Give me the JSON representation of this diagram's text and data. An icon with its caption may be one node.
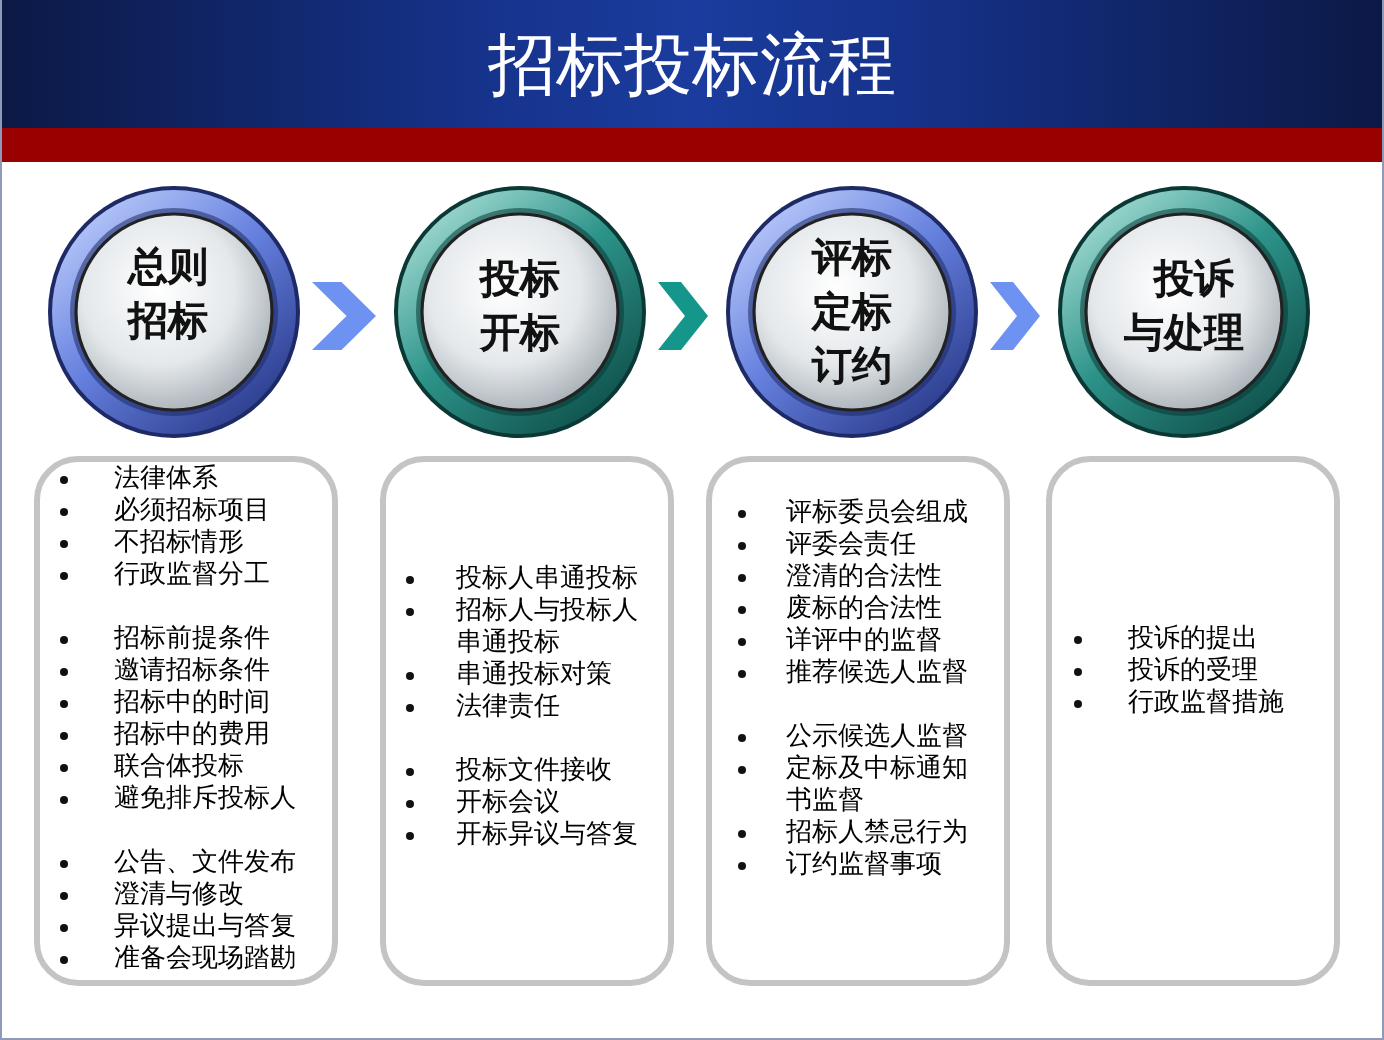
{
  "diagram": {
    "title": "招标投标流程",
    "nodes": [
      {
        "text": [
          "总则招标"
        ]
      },
      {
        "text": [
          "投标开标"
        ]
      },
      {
        "text": [
          "评标定标订约"
        ]
      },
      {
        "text": [
          "投诉与处理"
        ]
      },
      {
        "text": [
          "法律体系",
          "必须招标项目",
          "不招标情形",
          "行政监督分工",
          "招标前提条件",
          "邀请招标条件",
          "招标中的时间",
          "招标中的费用",
          "联合体投标",
          "避免排斥投标人",
          "公告、文件发布",
          "澄清与修改",
          "异议提出与答复",
          "准备会现场踏勘"
        ]
      },
      {
        "text": [
          "投标人串通投标",
          "招标人与投标人串通投标",
          "串通投标对策",
          "法律责任",
          "投标文件接收",
          "开标会议",
          "开标异议与答复"
        ]
      },
      {
        "text": [
          "评标委员会组成",
          "评委会责任",
          "澄清的合法性",
          "废标的合法性",
          "详评中的监督",
          "推荐候选人监督",
          "公示候选人监督",
          "定标及中标通知书监督",
          "招标人禁忌行为",
          "订约监督事项"
        ]
      },
      {
        "text": [
          "投诉的提出",
          "投诉的受理",
          "行政监督措施"
        ]
      }
    ],
    "edges": [
      {
        "from": 0,
        "to": 1,
        "arrow": "to"
      },
      {
        "from": 1,
        "to": 2,
        "arrow": "to",
        "color": "#15968b"
      },
      {
        "from": 2,
        "to": 3,
        "arrow": "to"
      }
    ]
  }
}
